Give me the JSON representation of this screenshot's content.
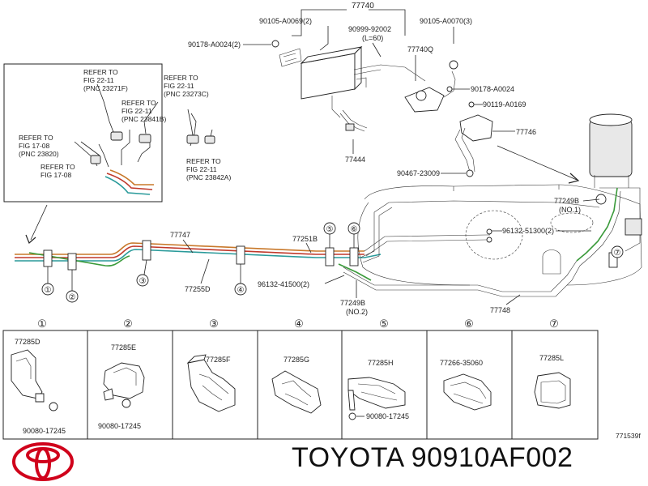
{
  "part_labels": {
    "p77740": "77740",
    "p90105_a0069": "90105-A0069(2)",
    "p90105_a0070": "90105-A0070(3)",
    "p90178_a0024_2": "90178-A0024(2)",
    "p90999": "90999-92002",
    "p_l60": "(L=60)",
    "p77740q": "77740Q",
    "p90178_a0024": "90178-A0024",
    "p90119": "90119-A0169",
    "p77746": "77746",
    "p77444": "77444",
    "p90467": "90467-23009",
    "p77249b_no1": "77249B",
    "p_no1": "(NO.1)",
    "p96132_51300": "96132-51300(2)",
    "p77747": "77747",
    "p77251b": "77251B",
    "p77255d": "77255D",
    "p96132_41500": "96132-41500(2)",
    "p77249b_no2": "77249B",
    "p_no2": "(NO.2)",
    "p77748": "77748"
  },
  "refer_notes": {
    "n1": [
      "REFER TO",
      "FIG 22-11",
      "(PNC 23271F)"
    ],
    "n2": [
      "REFER TO",
      "FIG 22-11",
      "(PNC 23273C)"
    ],
    "n3": [
      "REFER TO",
      "FIG 22-11",
      "(PNC 23841B)"
    ],
    "n4": [
      "REFER TO",
      "FIG 17-08",
      "(PNC 23820)"
    ],
    "n5": [
      "REFER TO",
      "FIG 17-08"
    ],
    "n6": [
      "REFER TO",
      "FIG 22-11",
      "(PNC 23842A)"
    ]
  },
  "callout_numbers": [
    "①",
    "②",
    "③",
    "④",
    "⑤",
    "⑥",
    "⑦"
  ],
  "detail_panels": [
    {
      "num": "①",
      "part": "77285D",
      "bolt": "90080-17245"
    },
    {
      "num": "②",
      "part": "77285E",
      "bolt": "90080-17245"
    },
    {
      "num": "③",
      "part": "77285F",
      "bolt": ""
    },
    {
      "num": "④",
      "part": "77285G",
      "bolt": ""
    },
    {
      "num": "⑤",
      "part": "77285H",
      "bolt": "90080-17245"
    },
    {
      "num": "⑥",
      "part": "77266-35060",
      "bolt": ""
    },
    {
      "num": "⑦",
      "part": "77285L",
      "bolt": ""
    }
  ],
  "figure_code": "771539f",
  "brand_text": "TOYOTA 90910AF002",
  "colors": {
    "brand_red": "#d0021b",
    "pipe_green": "#3a9a3a",
    "pipe_teal": "#2a9a9a",
    "pipe_red": "#c0392b",
    "pipe_orange": "#c8782a"
  }
}
